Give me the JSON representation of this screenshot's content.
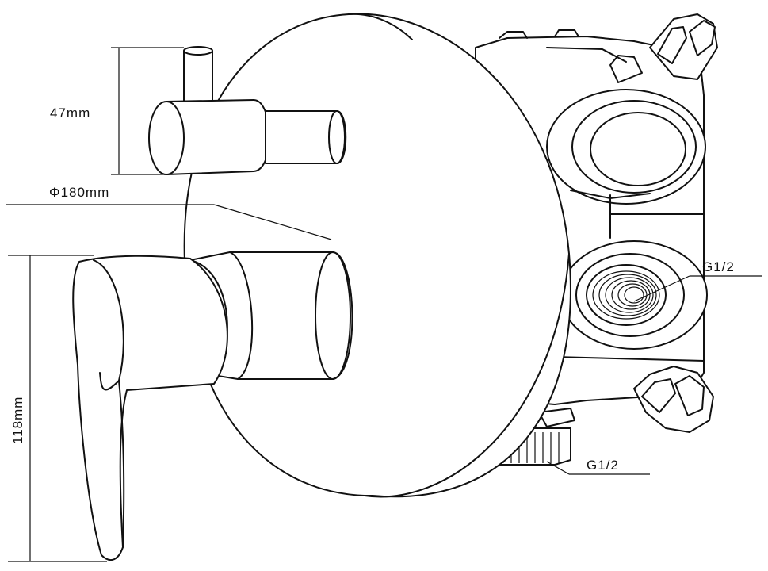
{
  "dimensions": {
    "stem_height": "47mm",
    "plate_diameter": "Φ180mm",
    "handle_height": "118mm",
    "thread_side": "G1/2",
    "thread_bottom": "G1/2"
  }
}
